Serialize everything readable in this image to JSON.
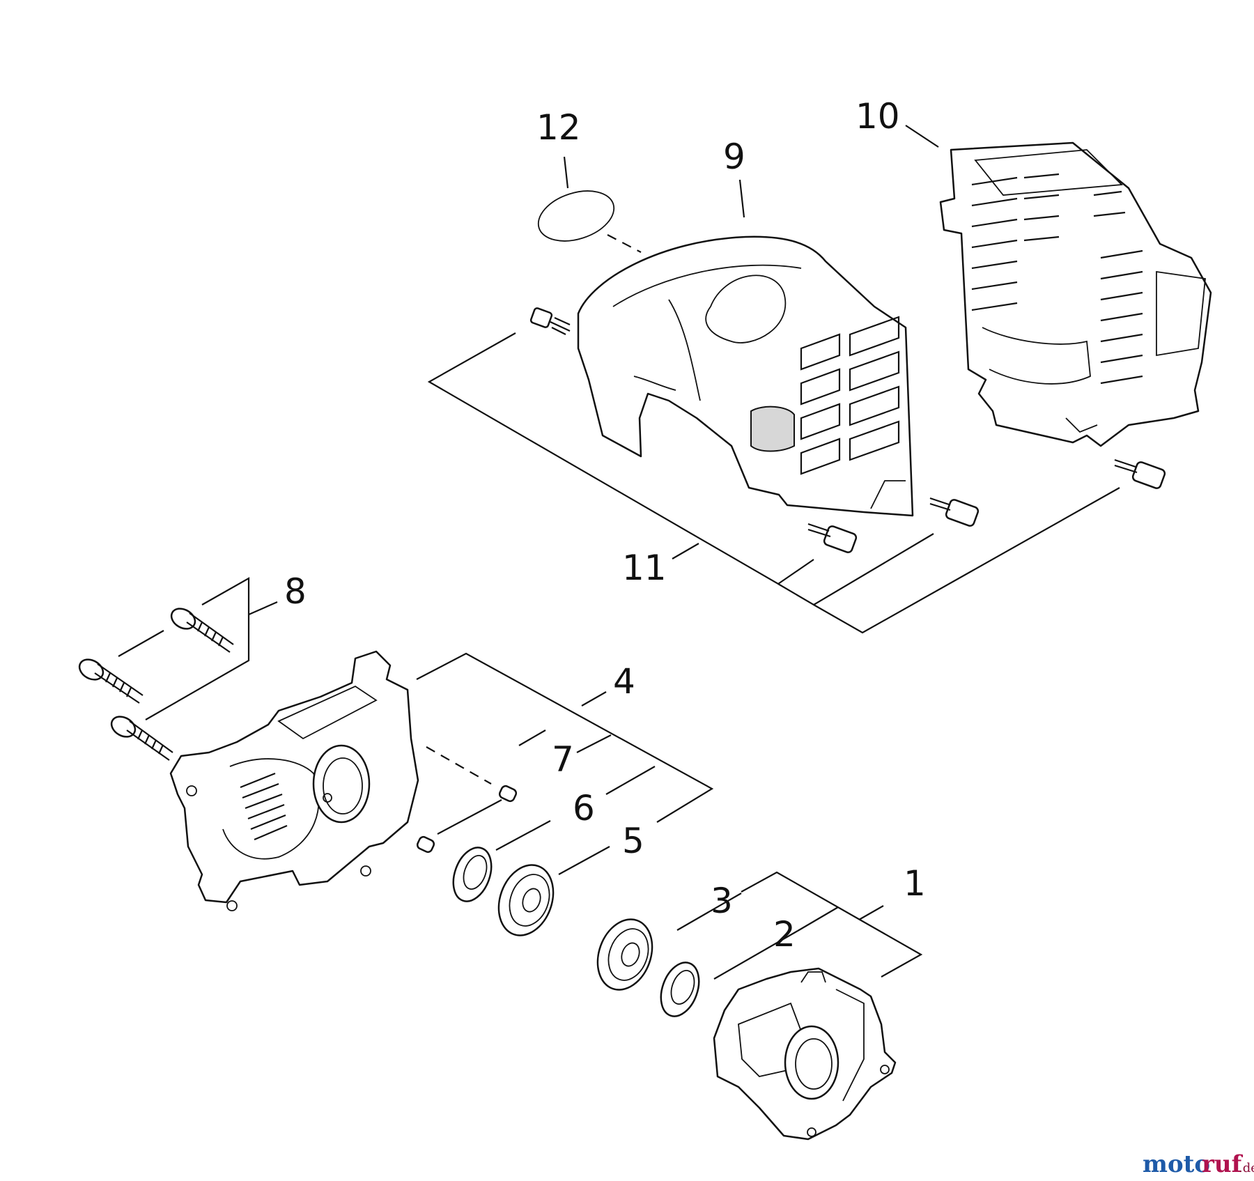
{
  "callouts": [
    {
      "id": "label-1",
      "text": "1"
    },
    {
      "id": "label-2",
      "text": "2"
    },
    {
      "id": "label-3",
      "text": "3"
    },
    {
      "id": "label-4",
      "text": "4"
    },
    {
      "id": "label-5",
      "text": "5"
    },
    {
      "id": "label-6",
      "text": "6"
    },
    {
      "id": "label-7",
      "text": "7"
    },
    {
      "id": "label-8",
      "text": "8"
    },
    {
      "id": "label-9",
      "text": "9"
    },
    {
      "id": "label-10",
      "text": "10"
    },
    {
      "id": "label-11",
      "text": "11"
    },
    {
      "id": "label-12",
      "text": "12"
    }
  ],
  "watermark": {
    "text_a": "moto",
    "text_b": "ruf",
    "suffix": ".de",
    "color_a": "#1e5aa8",
    "color_b": "#b0124e"
  }
}
